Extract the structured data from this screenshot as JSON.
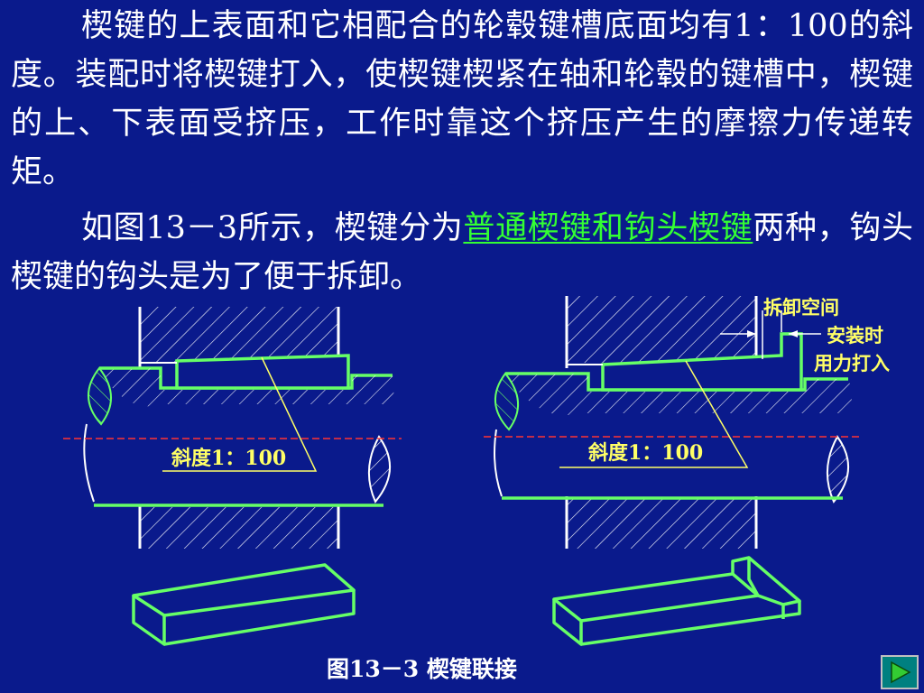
{
  "paragraphs": {
    "p1": "楔键的上表面和它相配合的轮毂键槽底面均有1：100的斜度。装配时将楔键打入，使楔键楔紧在轴和轮毂的键槽中，楔键的上、下表面受挤压，工作时靠这个挤压产生的摩擦力传递转矩。",
    "p2_before": "如图13－3所示，楔键分为",
    "p2_link": "普通楔键和钩头楔键",
    "p2_after": "两种，钩头楔键的钩头是为了便于拆卸。"
  },
  "figure": {
    "left_slope_label": "斜度1：100",
    "right_slope_label": "斜度1：100",
    "removal_space_label": "拆卸空间",
    "install_label_line1": "安装时",
    "install_label_line2": "用力打入",
    "caption": "图13－3  楔键联接"
  },
  "colors": {
    "background": "#0a1a8c",
    "outline_green": "#66ff66",
    "label_yellow": "#ffff66",
    "link_green": "#33ff33",
    "centerline_red": "#ff3333"
  },
  "nav": {
    "icon": "play-triangle-icon"
  }
}
